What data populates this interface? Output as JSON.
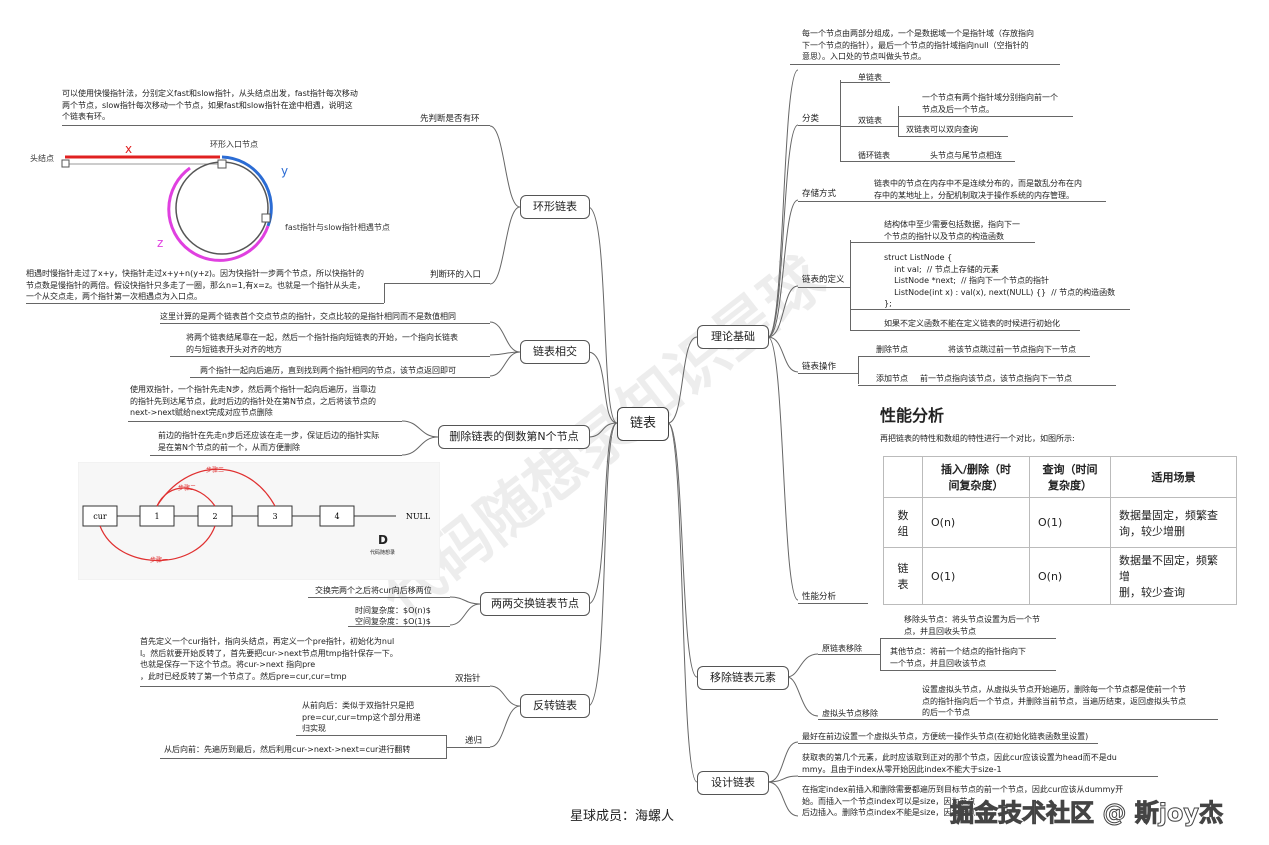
{
  "root": "链表",
  "left": {
    "ring": {
      "label": "环形链表",
      "judge_label": "先判断是否有环",
      "judge_text": "可以使用快慢指针法，分别定义fast和slow指针，从头结点出发，fast指针每次移动\n两个节点，slow指针每次移动一个节点，如果fast和slow指针在途中相遇，说明这\n个链表有环。",
      "entry_label": "判断环的入口",
      "entry_text": "相遇时慢指针走过了x+y，快指针走过x+y+n(y+z)。因为快指针一步两个节点，所以快指针的\n节点数是慢指针的两倍。假设快指针只多走了一圈，那么n=1,有x=z。也就是一个指针从头走，\n一个从交点走，两个指针第一次相遇点为入口点。",
      "fig": {
        "head": "头结点",
        "entry": "环形入口节点",
        "meet": "fast指针与slow指针相遇节点",
        "x": "x",
        "y": "y",
        "z": "z"
      }
    },
    "intersect": {
      "label": "链表相交",
      "t1": "这里计算的是两个链表首个交点节点的指针，交点比较的是指针相同而不是数值相同",
      "t2": "将两个链表结尾靠在一起，然后一个指针指向短链表的开始，一个指向长链表\n的与短链表开头对齐的地方",
      "t3": "两个指针一起向后遍历，直到找到两个指针相同的节点，该节点返回即可"
    },
    "remove_n": {
      "label": "删除链表的倒数第N个节点",
      "t1": "使用双指针，一个指针先走N步，然后两个指针一起向后遍历，当靠边\n的指针先到达尾节点，此时后边的指针处在第N节点，之后将该节点的\nnext->next赋给next完成对应节点删除",
      "t2": "前边的指针在先走n步后还应该在走一步，保证后边的指针实际\n是在第N个节点的前一个，从而方便删除"
    },
    "swap": {
      "label": "两两交换链表节点",
      "t1": "交换完两个之后将cur向后移两位",
      "t2": "时间复杂度：$O(n)$",
      "t3": "空间复杂度：$O(1)$",
      "fig": {
        "cur": "cur",
        "n1": "1",
        "n2": "2",
        "n3": "3",
        "n4": "4",
        "null": "NULL",
        "s1": "步骤一",
        "s2": "步骤二",
        "s3": "步骤三",
        "logo": "代码随想录"
      }
    },
    "reverse": {
      "label": "反转链表",
      "dp_label": "双指针",
      "dp_text": "首先定义一个cur指针，指向头结点，再定义一个pre指针，初始化为nul\nl。然后就要开始反转了，首先要把cur->next节点用tmp指针保存一下。\n也就是保存一下这个节点。将cur->next 指向pre\n，此时已经反转了第一个节点了。然后pre=cur,cur=tmp",
      "rec_label": "递归",
      "rec_t1": "从前向后：类似于双指针只是把\npre=cur,cur=tmp这个部分用递\n归实现",
      "rec_t2": "从后向前：先遍历到最后，然后利用cur->next->next=cur进行翻转"
    }
  },
  "right": {
    "theory": {
      "label": "理论基础",
      "intro": "每一个节点由两部分组成，一个是数据域一个是指针域（存放指向\n下一个节点的指针），最后一个节点的指针域指向null（空指针的\n意思）。入口处的节点叫做头节点。",
      "cat_label": "分类",
      "single": "单链表",
      "double": "双链表",
      "double_t1": "一个节点有两个指针域分别指向前一个\n节点及后一个节点。",
      "double_t2": "双链表可以双向查询",
      "circ": "循环链表",
      "circ_t": "头节点与尾节点相连",
      "store_label": "存储方式",
      "store_text": "链表中的节点在内存中不是连续分布的，而是散乱分布在内\n存中的某地址上，分配机制取决于操作系统的内存管理。",
      "def_label": "链表的定义",
      "def_t1": "结构体中至少需要包括数据，指向下一\n个节点的指针以及节点的构造函数",
      "def_code": "struct ListNode {\n    int val;  // 节点上存储的元素\n    ListNode *next;  // 指向下一个节点的指针\n    ListNode(int x) : val(x), next(NULL) {}  // 节点的构造函数\n};",
      "def_t2": "如果不定义函数不能在定义链表的时候进行初始化",
      "op_label": "链表操作",
      "del_label": "删除节点",
      "del_t": "将该节点跳过前一节点指向下一节点",
      "add_label": "添加节点",
      "add_t": "前一节点指向该节点，该节点指向下一节点",
      "perf_label": "性能分析",
      "perf_title": "性能分析",
      "perf_sub": "再把链表的特性和数组的特性进行一个对比，如图所示:",
      "perf_head": [
        "",
        "插入/删除（时\n间复杂度）",
        "查询（时间\n复杂度）",
        "适用场景"
      ],
      "perf_rows": [
        [
          "数\n组",
          "O(n)",
          "O(1)",
          "数据量固定，频繁查\n询，较少增删"
        ],
        [
          "链\n表",
          "O(1)",
          "O(n)",
          "数据量不固定，频繁增\n删，较少查询"
        ]
      ]
    },
    "remove_el": {
      "label": "移除链表元素",
      "orig_label": "原链表移除",
      "orig_t1": "移除头节点：将头节点设置为后一个节\n点，并且回收头节点",
      "orig_t2": "其他节点：将前一个结点的指针指向下\n一个节点，并且回收该节点",
      "virt_label": "虚拟头节点移除",
      "virt_t": "设置虚拟头节点，从虚拟头节点开始遍历，删除每一个节点都是使前一个节\n点的指针指向后一个节点，并删除当前节点，当遍历结束，返回虚拟头节点\n的后一个节点"
    },
    "design": {
      "label": "设计链表",
      "t1": "最好在前边设置一个虚拟头节点，方便统一操作头节点(在初始化链表函数里设置)",
      "t2": "获取表的第几个元素，此时应该取到正对的那个节点，因此cur应该设置为head而不是du\nmmy。且由于index从零开始因此index不能大于size-1",
      "t3": "在指定index前插入和删除需要都遍历到目标节点的前一个节点，因此cur应该从dummy开\n始。而插入一个节点index可以是size，因为节点\n后边插入。删除节点index不能是size，因为节点"
    }
  },
  "footer": {
    "member": "星球成员：海螺人",
    "site": "掘金技术社区 @ 斯joy杰",
    "watermark": "代码随想录知识星球"
  }
}
